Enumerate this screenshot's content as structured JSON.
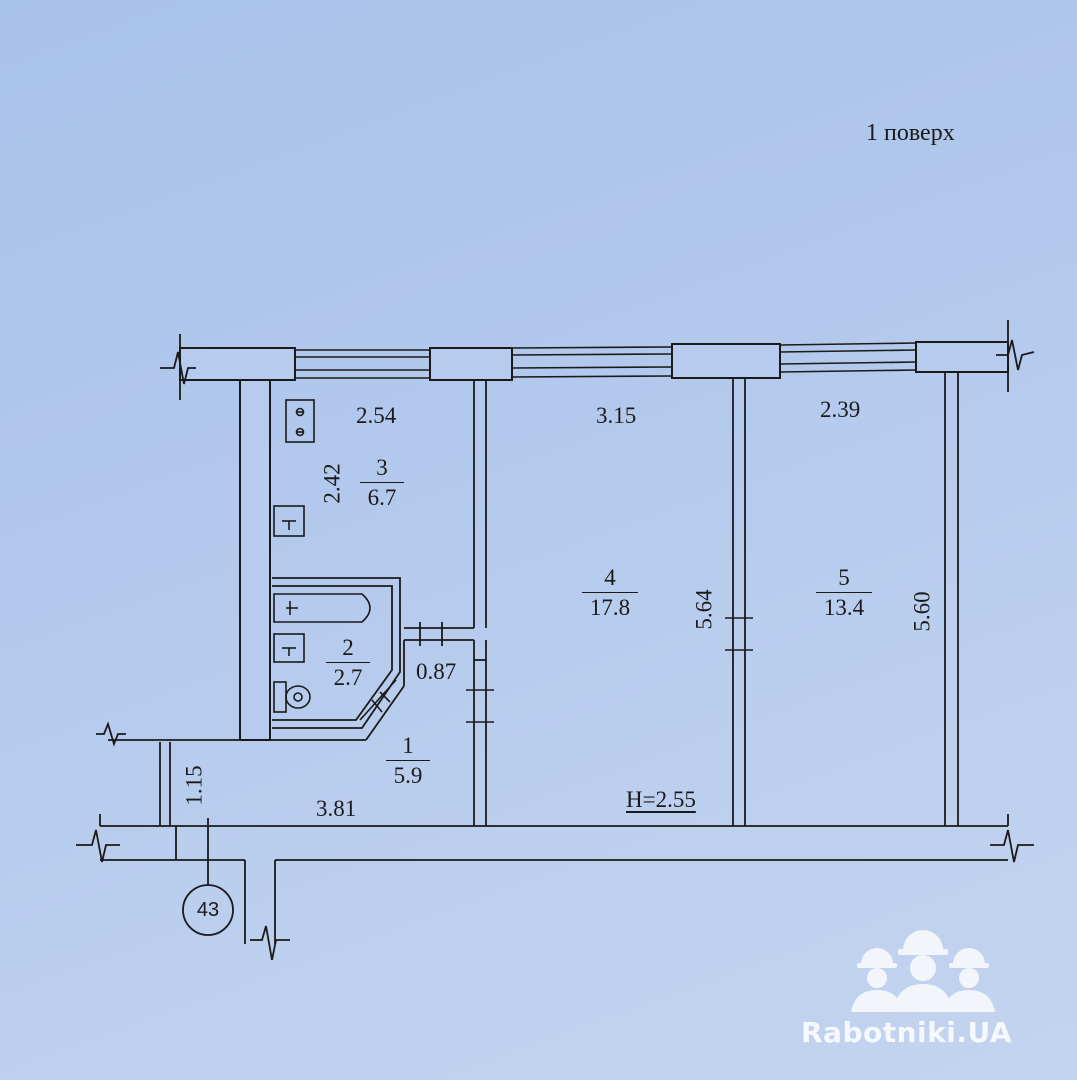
{
  "floor_title": "1 поверх",
  "ceiling_height": "H=2.55",
  "section_marker": "43",
  "rooms": [
    {
      "number": "1",
      "area": "5.9"
    },
    {
      "number": "2",
      "area": "2.7"
    },
    {
      "number": "3",
      "area": "6.7"
    },
    {
      "number": "4",
      "area": "17.8"
    },
    {
      "number": "5",
      "area": "13.4"
    }
  ],
  "dimensions": {
    "room3_width": "2.54",
    "room3_depth": "2.42",
    "room4_width": "3.15",
    "room4_depth": "5.64",
    "room5_width": "2.39",
    "room5_depth": "5.60",
    "corridor_length": "3.81",
    "corridor_width": "1.15",
    "closet_width": "0.87"
  },
  "watermark": {
    "text": "Rabotniki.UA",
    "icon": "three-workers-helmets-icon"
  },
  "colors": {
    "paper": "#b2c8ec",
    "ink": "#1a1a1a",
    "watermark": "#ffffff"
  }
}
